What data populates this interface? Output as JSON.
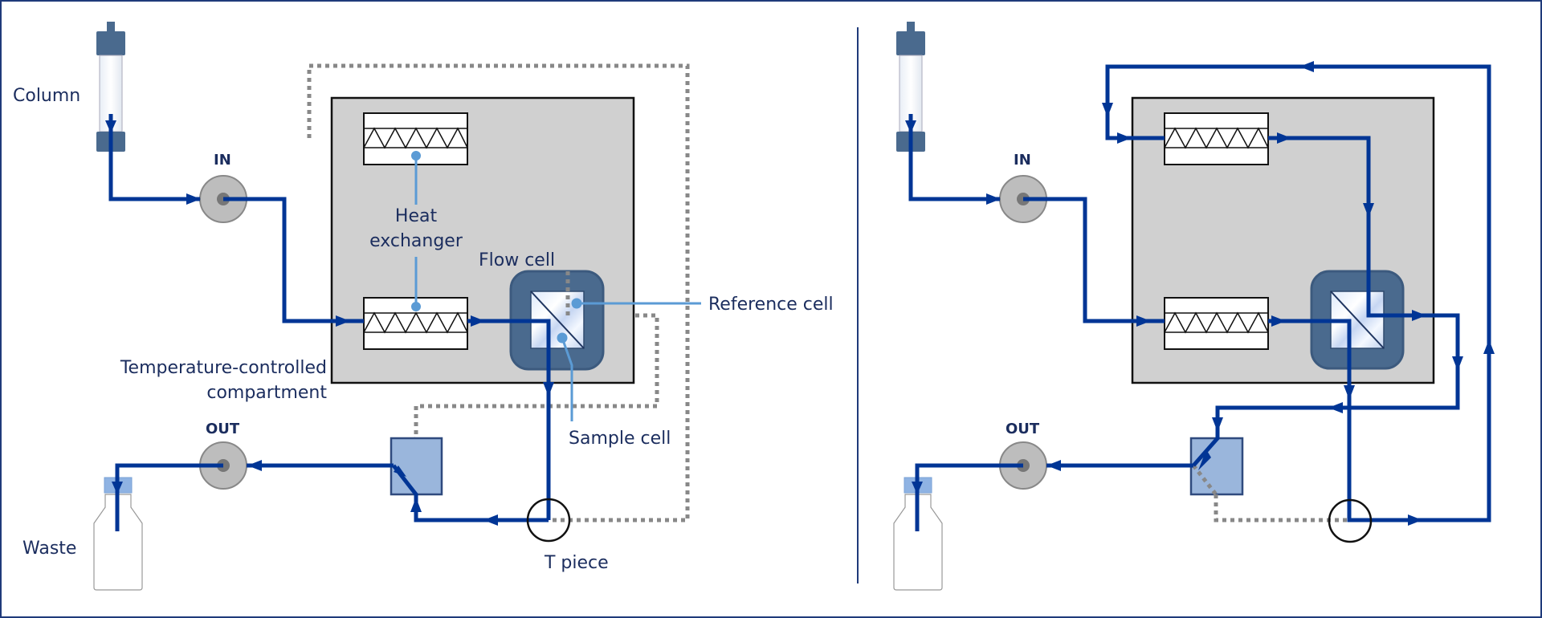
{
  "colors": {
    "flow": "#003595",
    "dotted": "#888888",
    "callout": "#5b9bd5",
    "compartment": "#d0d0d0",
    "flowcell": "#4a6a8e",
    "valve": "#9ab6dc",
    "text": "#1b2d5e",
    "port": "#bdbdbd"
  },
  "left_panel": {
    "labels": {
      "column": "Column",
      "in_port": "IN",
      "out_port": "OUT",
      "heat_exchanger_line1": "Heat",
      "heat_exchanger_line2": "exchanger",
      "flow_cell": "Flow cell",
      "reference_cell": "Reference cell",
      "sample_cell": "Sample cell",
      "compartment_line1": "Temperature-controlled",
      "compartment_line2": "compartment",
      "waste": "Waste",
      "t_piece": "T piece"
    }
  },
  "right_panel": {
    "labels": {
      "in_port": "IN",
      "out_port": "OUT"
    }
  }
}
